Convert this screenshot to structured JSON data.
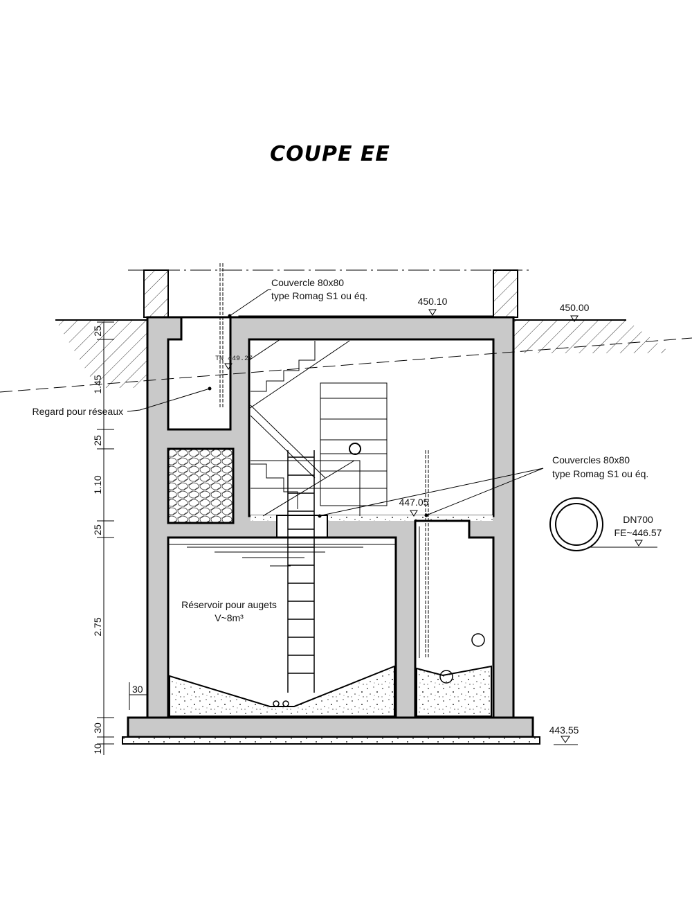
{
  "title": "COUPE EE",
  "labels": {
    "couvercle_1": "Couvercle 80x80",
    "couvercle_1_type": "type Romag S1 ou éq.",
    "couvercles_2": "Couvercles 80x80",
    "couvercles_2_type": "type Romag S1 ou éq.",
    "regard": "Regard pour réseaux",
    "reservoir": "Réservoir pour augets",
    "reservoir_volume": "V~8m³",
    "pipe": "DN700",
    "pipe_level": "FE~446.57"
  },
  "elevations": {
    "cover_top": "450.10",
    "terrain": "450.00",
    "tn": "TN 449.27",
    "intermediate_floor": "447.05",
    "base": "443.55"
  },
  "dimensions": [
    "25",
    "1.45",
    "25",
    "1.10",
    "25",
    "2.75",
    "30",
    "10"
  ],
  "dimension_small": "30",
  "colors": {
    "concrete": "#c9c9c9",
    "line": "#000000"
  }
}
